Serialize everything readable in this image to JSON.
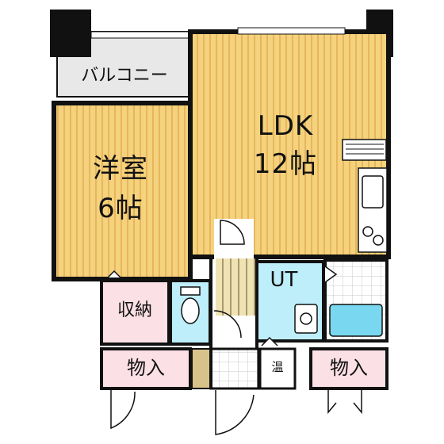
{
  "colors": {
    "wall": "#111111",
    "floor_wood": "#f5d27d",
    "floor_stripe": "#e7b65c",
    "wet_area": "#bdeefa",
    "storage_pink": "#fbe0e6",
    "balcony_gray": "#e8e8e8",
    "tile_gray": "#d9d9d9"
  },
  "rooms": {
    "balcony": {
      "label": "バルコニー"
    },
    "western_room": {
      "label_line1": "洋室",
      "label_line2": "6帖"
    },
    "ldk": {
      "label_line1": "LDK",
      "label_line2": "12帖"
    },
    "closet": {
      "label": "収納"
    },
    "utility": {
      "label": "UT"
    },
    "storage_left": {
      "label": "物入"
    },
    "water_heater": {
      "label": "温"
    },
    "storage_right": {
      "label": "物入"
    }
  }
}
